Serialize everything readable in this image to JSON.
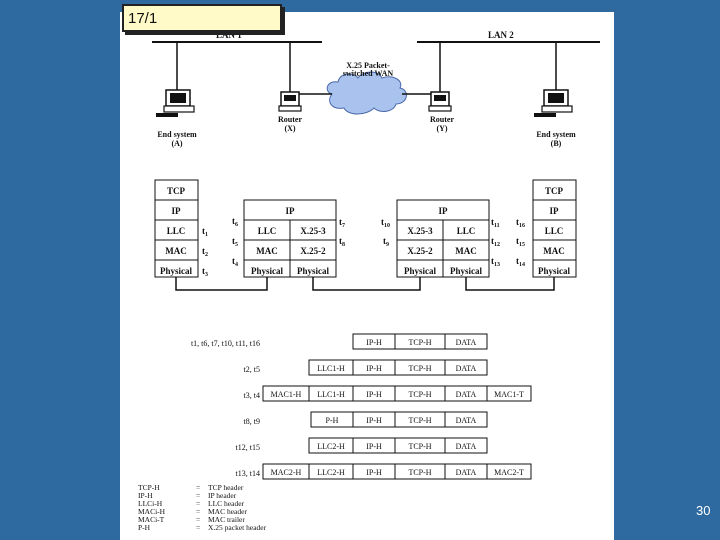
{
  "slide": {
    "tag": "17/1",
    "page_number": "30"
  },
  "network": {
    "lan1": "LAN 1",
    "lan2": "LAN 2",
    "wan": [
      "X.25 Packet-",
      "switched WAN"
    ],
    "end_a": [
      "End system",
      "(A)"
    ],
    "end_b": [
      "End system",
      "(B)"
    ],
    "router_x": [
      "Router",
      "(X)"
    ],
    "router_y": [
      "Router",
      "(Y)"
    ]
  },
  "stacks": {
    "end_a": [
      "TCP",
      "IP",
      "LLC",
      "MAC",
      "Physical"
    ],
    "router_x": {
      "ip": "IP",
      "left": [
        "LLC",
        "MAC",
        "Physical"
      ],
      "right": [
        "X.25-3",
        "X.25-2",
        "Physical"
      ]
    },
    "router_y": {
      "ip": "IP",
      "left": [
        "X.25-3",
        "X.25-2",
        "Physical"
      ],
      "right": [
        "LLC",
        "MAC",
        "Physical"
      ]
    },
    "end_b": [
      "TCP",
      "IP",
      "LLC",
      "MAC",
      "Physical"
    ]
  },
  "time_labels": [
    {
      "base": "t",
      "sub": "1"
    },
    {
      "base": "t",
      "sub": "2"
    },
    {
      "base": "t",
      "sub": "3"
    },
    {
      "base": "t",
      "sub": "6"
    },
    {
      "base": "t",
      "sub": "5"
    },
    {
      "base": "t",
      "sub": "4"
    },
    {
      "base": "t",
      "sub": "7"
    },
    {
      "base": "t",
      "sub": "8"
    },
    {
      "base": "t",
      "sub": "10"
    },
    {
      "base": "t",
      "sub": "9"
    },
    {
      "base": "t",
      "sub": "11"
    },
    {
      "base": "t",
      "sub": "12"
    },
    {
      "base": "t",
      "sub": "13"
    },
    {
      "base": "t",
      "sub": "16"
    },
    {
      "base": "t",
      "sub": "15"
    },
    {
      "base": "t",
      "sub": "14"
    }
  ],
  "frames": [
    {
      "label": "t1, t6, t7, t10, t11, t16",
      "cells": [
        "IP-H",
        "TCP-H",
        "DATA"
      ]
    },
    {
      "label": "t2, t5",
      "cells": [
        "LLC1-H",
        "IP-H",
        "TCP-H",
        "DATA"
      ]
    },
    {
      "label": "t3, t4",
      "cells": [
        "MAC1-H",
        "LLC1-H",
        "IP-H",
        "TCP-H",
        "DATA",
        "MAC1-T"
      ]
    },
    {
      "label": "t8, t9",
      "cells": [
        "P-H",
        "IP-H",
        "TCP-H",
        "DATA"
      ]
    },
    {
      "label": "t12, t15",
      "cells": [
        "LLC2-H",
        "IP-H",
        "TCP-H",
        "DATA"
      ]
    },
    {
      "label": "t13, t14",
      "cells": [
        "MAC2-H",
        "LLC2-H",
        "IP-H",
        "TCP-H",
        "DATA",
        "MAC2-T"
      ]
    }
  ],
  "legend": [
    {
      "abbr": "TCP-H",
      "eq": "=",
      "desc": "TCP header"
    },
    {
      "abbr": "IP-H",
      "eq": "=",
      "desc": "IP header"
    },
    {
      "abbr": "LLCi-H",
      "eq": "=",
      "desc": "LLC header"
    },
    {
      "abbr": "MACi-H",
      "eq": "=",
      "desc": "MAC header"
    },
    {
      "abbr": "MACi-T",
      "eq": "=",
      "desc": "MAC trailer"
    },
    {
      "abbr": "P-H",
      "eq": "=",
      "desc": "X.25 packet header"
    }
  ]
}
